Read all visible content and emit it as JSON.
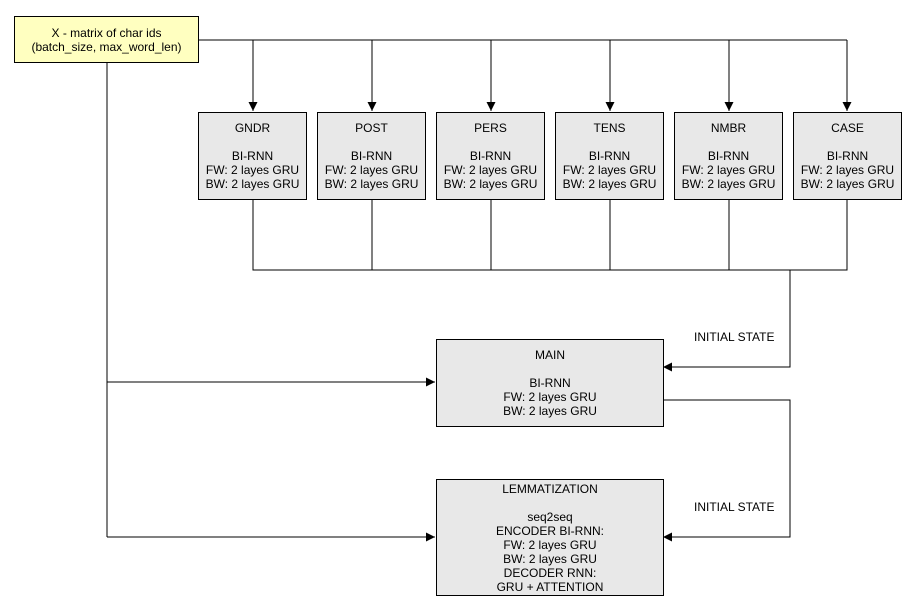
{
  "input": {
    "line1": "X - matrix of char ids",
    "line2": "(batch_size, max_word_len)"
  },
  "heads": [
    {
      "title": "GNDR",
      "type": "BI-RNN",
      "fw": "FW: 2 layes GRU",
      "bw": "BW: 2 layes GRU"
    },
    {
      "title": "POST",
      "type": "BI-RNN",
      "fw": "FW: 2 layes GRU",
      "bw": "BW: 2 layes GRU"
    },
    {
      "title": "PERS",
      "type": "BI-RNN",
      "fw": "FW: 2 layes GRU",
      "bw": "BW: 2 layes GRU"
    },
    {
      "title": "TENS",
      "type": "BI-RNN",
      "fw": "FW: 2 layes GRU",
      "bw": "BW: 2 layes GRU"
    },
    {
      "title": "NMBR",
      "type": "BI-RNN",
      "fw": "FW: 2 layes GRU",
      "bw": "BW: 2 layes GRU"
    },
    {
      "title": "CASE",
      "type": "BI-RNN",
      "fw": "FW: 2 layes GRU",
      "bw": "BW: 2 layes GRU"
    }
  ],
  "main": {
    "title": "MAIN",
    "type": "BI-RNN",
    "fw": "FW: 2 layes GRU",
    "bw": "BW: 2 layes GRU"
  },
  "lemma": {
    "title": "LEMMATIZATION",
    "lines": [
      "seq2seq",
      "ENCODER BI-RNN:",
      "FW: 2 layes GRU",
      "BW: 2 layes GRU",
      "DECODER RNN:",
      "GRU + ATTENTION"
    ]
  },
  "edge_labels": {
    "main_initial_state": "INITIAL STATE",
    "lemma_initial_state": "INITIAL STATE"
  },
  "colors": {
    "input_fill": "#ffffc0",
    "box_fill": "#e8e8e8",
    "line": "#000000"
  }
}
